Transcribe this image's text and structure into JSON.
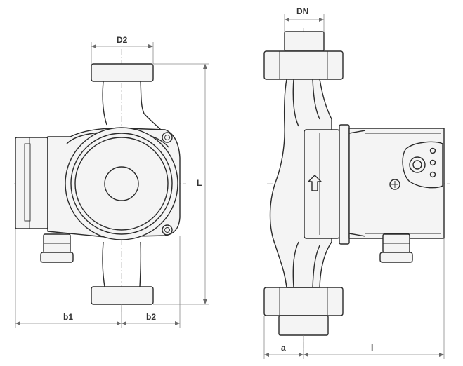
{
  "dimensions": {
    "dn": "DN",
    "d2": "D2",
    "l_height": "L",
    "b1": "b1",
    "b2": "b2",
    "a": "a",
    "l_length": "l"
  },
  "views": [
    "front-view",
    "side-view"
  ],
  "colors": {
    "outline": "#2b2b2b",
    "dimension": "#8a8a8a",
    "centerline": "#a8a8a8",
    "fill": "#f4f4f4"
  },
  "icons": {
    "flow_arrow": "up-arrow-icon",
    "terminal_screw": "screw-icon"
  }
}
